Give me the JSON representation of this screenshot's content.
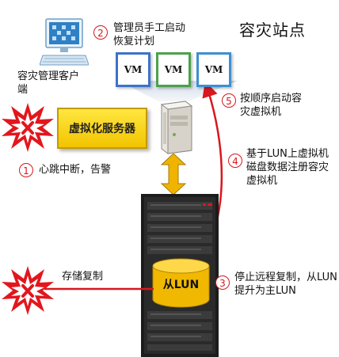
{
  "title": "容灾站点",
  "client": {
    "label_line1": "容灾管理客户",
    "label_line2": "端"
  },
  "steps": {
    "s1": {
      "num": "1",
      "text": "心跳中断，告警"
    },
    "s2": {
      "num": "2",
      "text_line1": "管理员手工启动",
      "text_line2": "恢复计划"
    },
    "s3": {
      "num": "3",
      "text_line1": "停止远程复制，从LUN",
      "text_line2": "提升为主LUN"
    },
    "s4": {
      "num": "4",
      "text_line1": "基于LUN上虚拟机",
      "text_line2": "磁盘数据注册容灾",
      "text_line3": "虚拟机"
    },
    "s5": {
      "num": "5",
      "text_line1": "按顺序启动容",
      "text_line2": "灾虚拟机"
    }
  },
  "vms": [
    {
      "label": "VM",
      "border_color": "#3d72c9"
    },
    {
      "label": "VM",
      "border_color": "#4da04d"
    },
    {
      "label": "VM",
      "border_color": "#3d8fd0"
    }
  ],
  "virtualization_server": {
    "label": "虚拟化服务器"
  },
  "storage": {
    "lun_label": "从LUN"
  },
  "replication_label": "存储复制",
  "colors": {
    "accent_red": "#d8171e",
    "box_yellow": "#f5cc00",
    "cylinder_gold": "#f0b800"
  }
}
